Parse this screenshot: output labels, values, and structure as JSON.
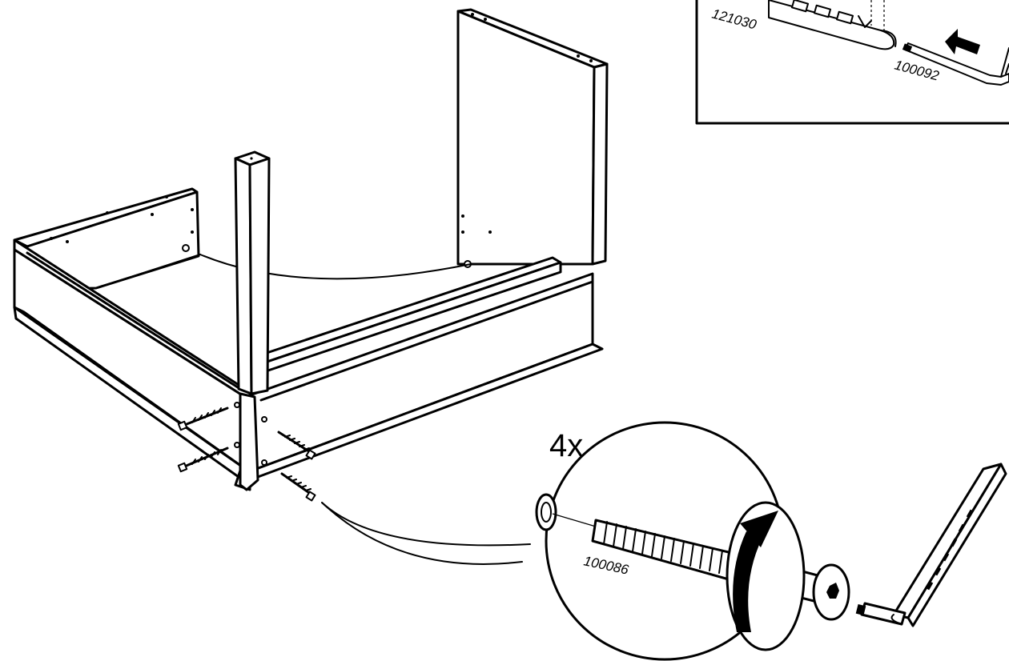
{
  "step": {
    "quantity_label": "4x"
  },
  "parts": {
    "screw_part_number": "100086",
    "inset_bracket_part_number": "121030",
    "inset_key_part_number": "100092"
  },
  "icons": {
    "rotation": "clockwise-arrow-icon",
    "insert_direction": "arrow-left-icon",
    "tool": "allen-key-icon"
  },
  "colors": {
    "line": "#000000",
    "background": "#ffffff"
  }
}
